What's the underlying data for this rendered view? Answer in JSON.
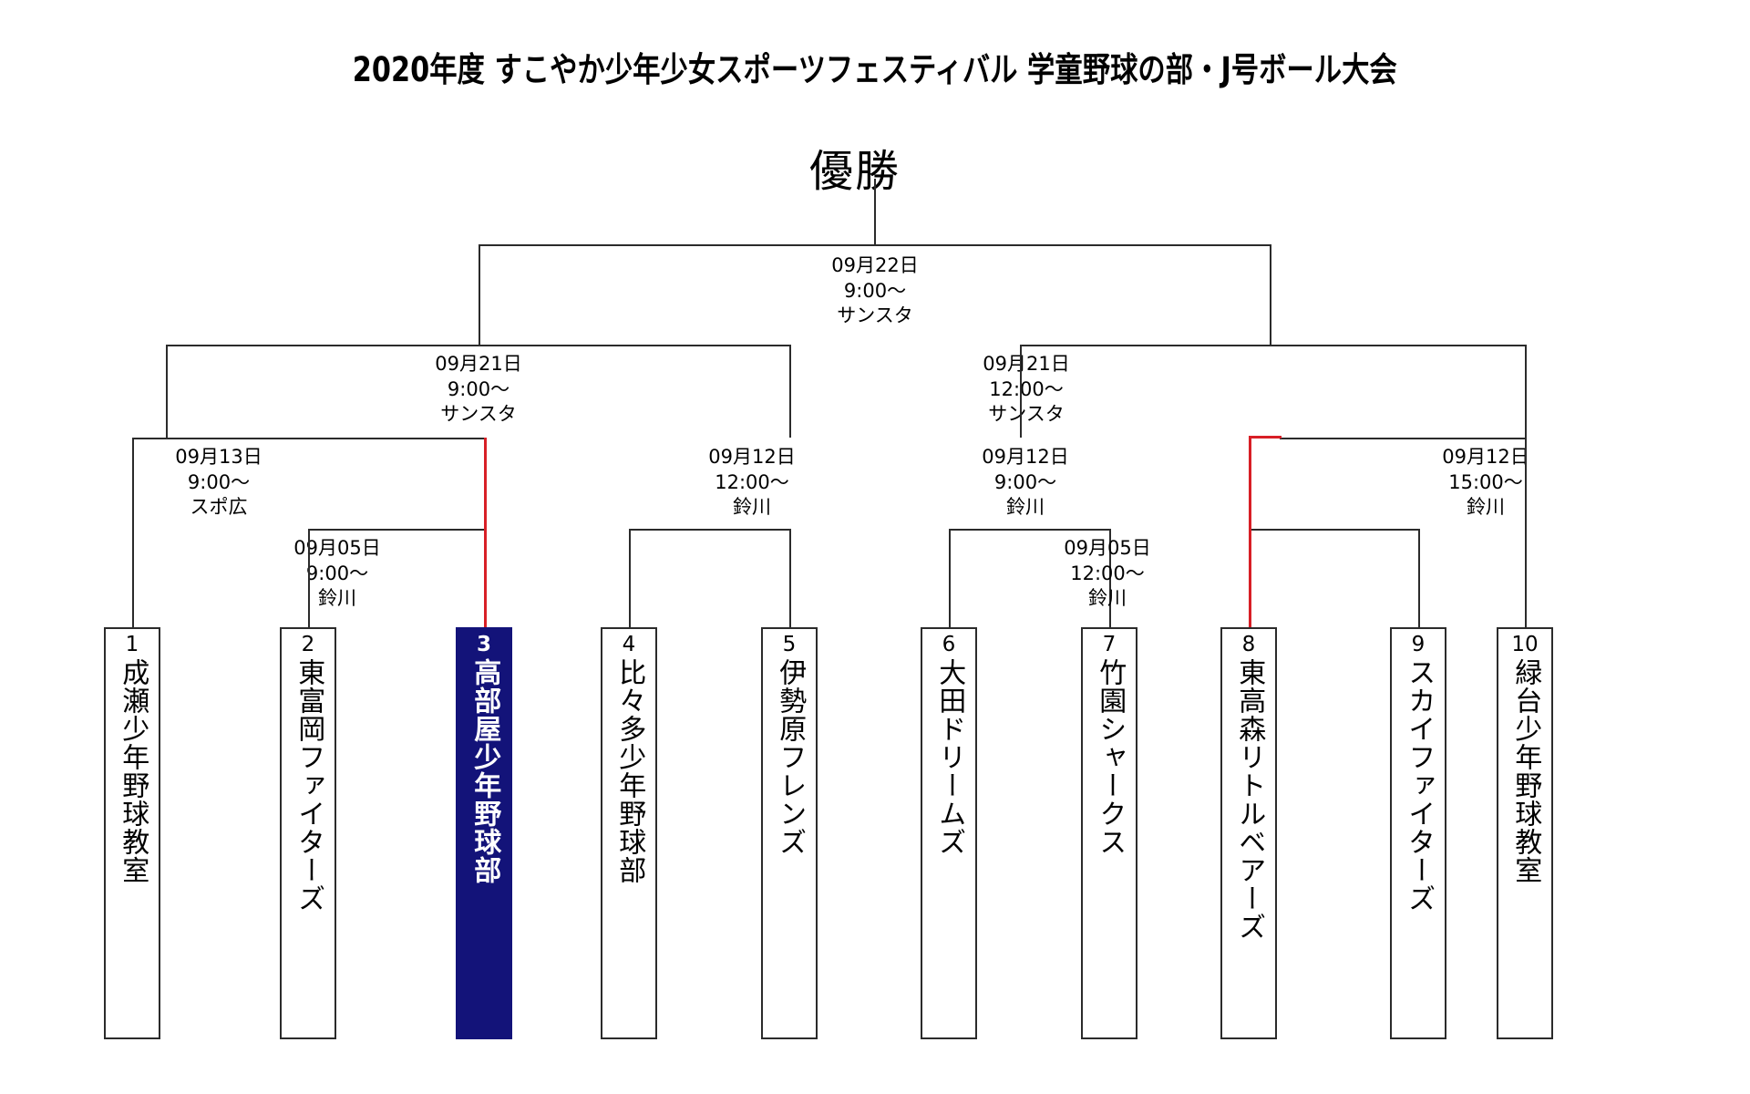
{
  "title": "2020年度 すこやか少年少女スポーツフェスティバル 学童野球の部・J号ボール大会",
  "champion_label": "優勝",
  "colors": {
    "line": "#2b2b2b",
    "highlight_path": "#d81f26",
    "highlight_box": "#131379",
    "text": "#000000",
    "background": "#ffffff"
  },
  "matches": {
    "final": {
      "date": "09月22日",
      "time": "9:00〜",
      "venue": "サンスタ"
    },
    "semi_left": {
      "date": "09月21日",
      "time": "9:00〜",
      "venue": "サンスタ"
    },
    "semi_right": {
      "date": "09月21日",
      "time": "12:00〜",
      "venue": "サンスタ"
    },
    "quarter_l1": {
      "date": "09月13日",
      "time": "9:00〜",
      "venue": "スポ広"
    },
    "quarter_l2": {
      "date": "09月12日",
      "time": "12:00〜",
      "venue": "鈴川"
    },
    "quarter_r1": {
      "date": "09月12日",
      "time": "9:00〜",
      "venue": "鈴川"
    },
    "quarter_r2": {
      "date": "09月12日",
      "time": "15:00〜",
      "venue": "鈴川"
    },
    "first_left": {
      "date": "09月05日",
      "time": "9:00〜",
      "venue": "鈴川"
    },
    "first_right": {
      "date": "09月05日",
      "time": "12:00〜",
      "venue": "鈴川"
    }
  },
  "teams": [
    {
      "seed": "1",
      "name": "成瀬少年野球教室",
      "highlight": false
    },
    {
      "seed": "2",
      "name": "東富岡ファイターズ",
      "highlight": false
    },
    {
      "seed": "3",
      "name": "高部屋少年野球部",
      "highlight": true
    },
    {
      "seed": "4",
      "name": "比々多少年野球部",
      "highlight": false
    },
    {
      "seed": "5",
      "name": "伊勢原フレンズ",
      "highlight": false
    },
    {
      "seed": "6",
      "name": "大田ドリームズ",
      "highlight": false
    },
    {
      "seed": "7",
      "name": "竹園シャークス",
      "highlight": false
    },
    {
      "seed": "8",
      "name": "東高森リトルベアーズ",
      "highlight": false
    },
    {
      "seed": "9",
      "name": "スカイファイターズ",
      "highlight": false
    },
    {
      "seed": "10",
      "name": "緑台少年野球教室",
      "highlight": false
    }
  ]
}
